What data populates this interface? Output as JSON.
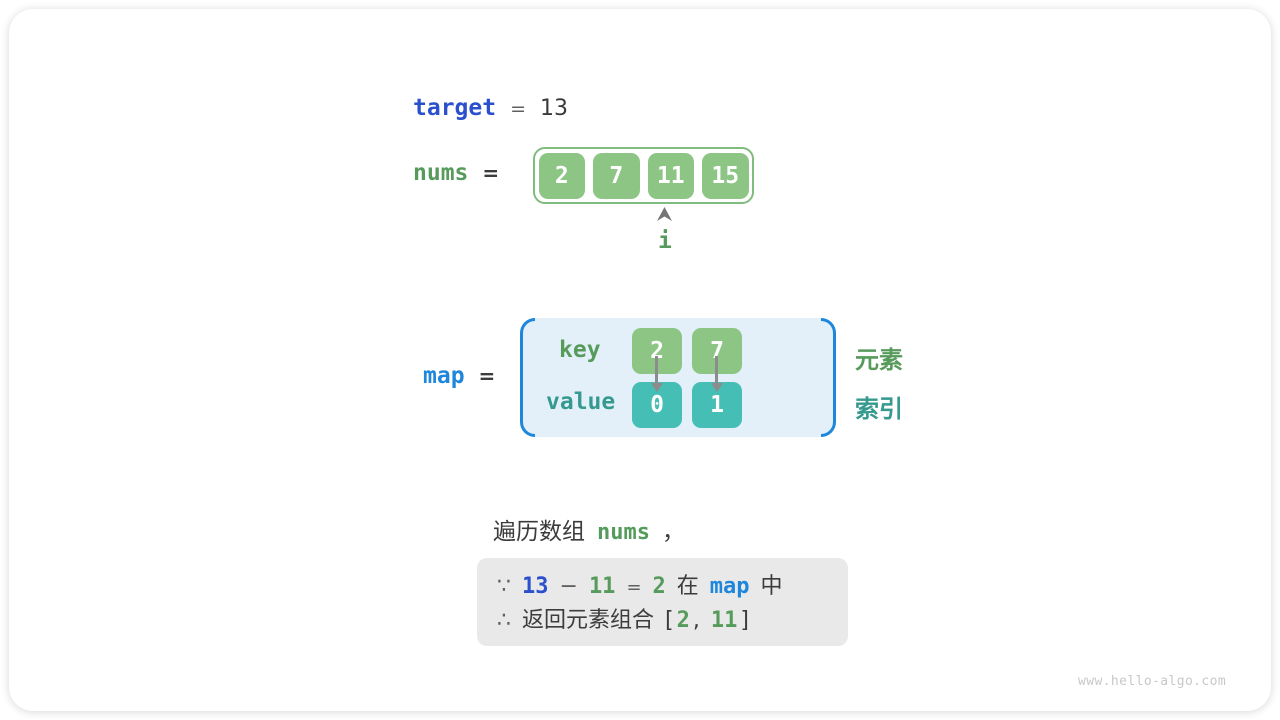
{
  "colors": {
    "green_fill": "#8DC585",
    "green_border": "#7FBC7D",
    "green_text": "#569B5B",
    "teal_fill": "#45BEB5",
    "teal_text": "#35998F",
    "azure": "#1E87DC",
    "indigo": "#2B50CE",
    "map_box_bg": "#E3F0F9",
    "note_box_bg": "#E9E9E9",
    "text_dark": "#3C3C3C",
    "arrow_gray": "#8C8C8C",
    "watermark_gray": "#C8C8C8"
  },
  "target_line": {
    "name": "target",
    "eq": "=",
    "value": "13"
  },
  "nums_line": {
    "name": "nums",
    "eq": "="
  },
  "nums_array": {
    "cells": [
      "2",
      "7",
      "11",
      "15"
    ]
  },
  "pointer": {
    "label": "i"
  },
  "map_line": {
    "name": "map",
    "eq": "="
  },
  "map": {
    "key_label": "key",
    "value_label": "value",
    "keys": [
      "2",
      "7"
    ],
    "values": [
      "0",
      "1"
    ],
    "element_label": "元素",
    "index_label": "索引"
  },
  "caption": {
    "prefix": "遍历数组",
    "code": "nums",
    "suffix": "，"
  },
  "note": {
    "line1": {
      "sym": "∵",
      "t1": "13",
      "op1": "−",
      "t2": "11",
      "op2": "=",
      "t3": "2",
      "mid": "在",
      "code": "map",
      "end": "中"
    },
    "line2": {
      "sym": "∴",
      "text": "返回元素组合",
      "open": "[",
      "v1": "2",
      "sep": ",",
      "v2": "11",
      "close": "]"
    }
  },
  "watermark": "www.hello-algo.com"
}
